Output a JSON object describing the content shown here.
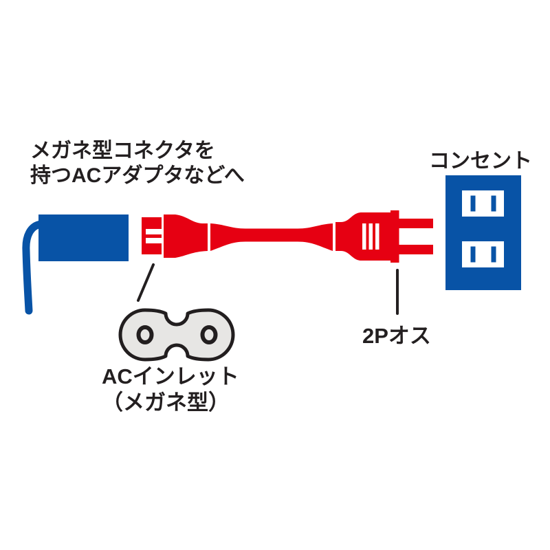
{
  "labels": {
    "adapter_note": {
      "line1": "メガネ型コネクタを",
      "line2": "持つACアダプタなどへ"
    },
    "outlet": "コンセント",
    "plug_male": "2Pオス",
    "inlet": {
      "line1": "ACインレット",
      "line2": "（メガネ型）"
    }
  },
  "colors": {
    "red": "#e60012",
    "blue": "#0853a6",
    "text": "#231f20",
    "inlet_fill": "#e7e6e4",
    "inlet_outline": "#221e1f",
    "bg": "#ffffff"
  }
}
